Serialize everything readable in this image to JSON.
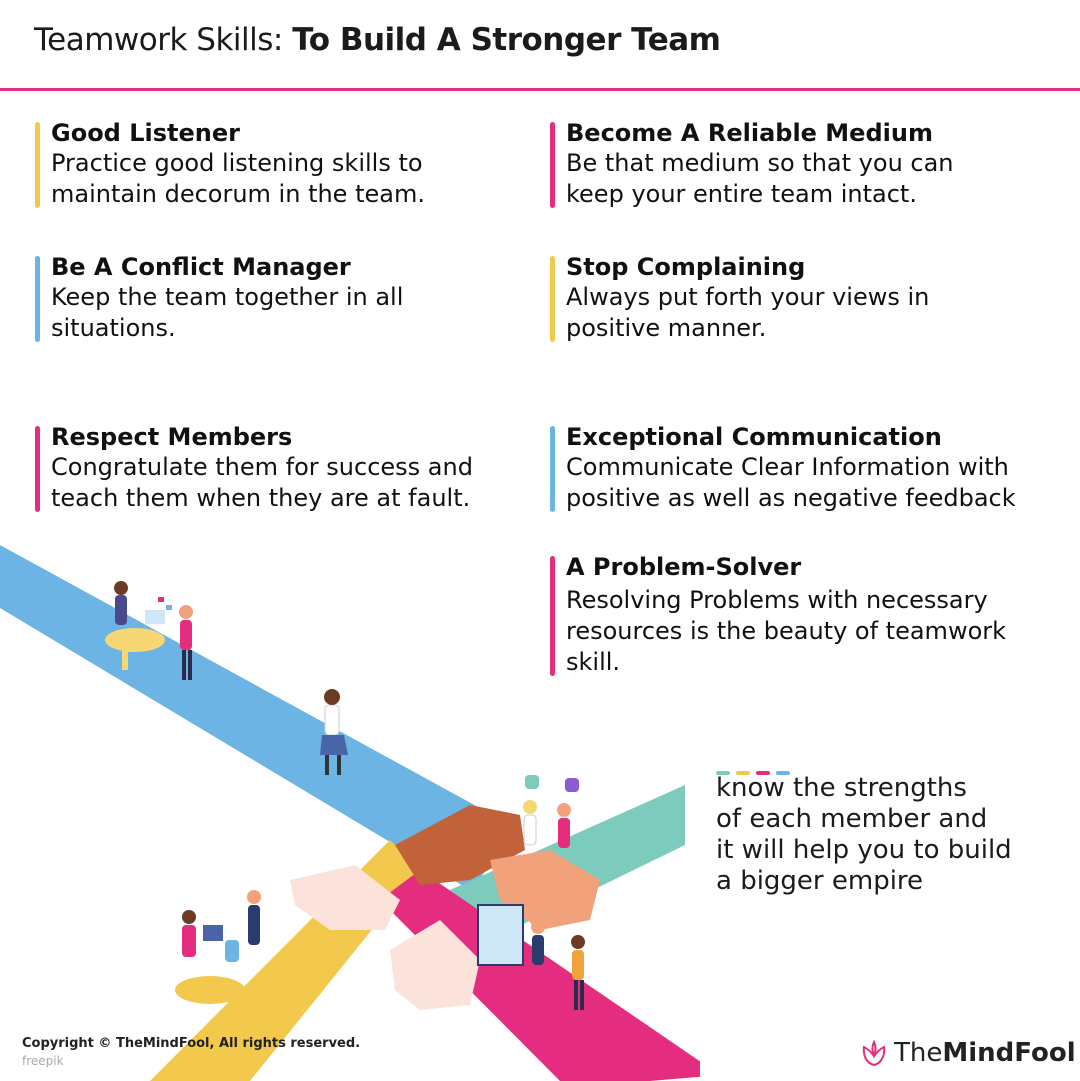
{
  "title": {
    "prefix": "Teamwork Skills:",
    "emphasis": "To Build A Stronger Team"
  },
  "skills": [
    {
      "heading": "Good Listener",
      "description": "Practice good listening skills to maintain decorum in the team.",
      "color": "#f2c94c"
    },
    {
      "heading": "Become A Reliable Medium",
      "description": "Be that medium so that you can keep your entire team intact.",
      "color": "#e42d7f"
    },
    {
      "heading": "Be A Conflict Manager",
      "description": "Keep the team together in all situations.",
      "color": "#6cb4e4"
    },
    {
      "heading": "Stop Complaining",
      "description": "Always put forth your views in positive manner.",
      "color": "#f2c94c"
    },
    {
      "heading": "Respect Members",
      "description": "Congratulate them for success and teach them when they are at fault.",
      "color": "#e42d7f"
    },
    {
      "heading": "Exceptional Communication",
      "description": "Communicate Clear Information with positive as well as negative feedback",
      "color": "#6cb4e4"
    },
    {
      "heading": "A Problem-Solver",
      "description": "Resolving Problems with necessary resources is the beauty of teamwork skill.",
      "color": "#e42d7f"
    }
  ],
  "quote": {
    "lines": [
      "know the strengths",
      "of each member and",
      "it will help you to build",
      "a bigger empire"
    ]
  },
  "footer": {
    "copyright": "Copyright © TheMindFool, All rights reserved.",
    "credit": "freepik"
  },
  "logo": {
    "name_light": "The",
    "name_bold": "MindFool",
    "icon": "lotus-icon"
  },
  "colors": {
    "accent": "#e42d7f",
    "yellow": "#f2c94c",
    "blue": "#6cb4e4",
    "teal": "#7ccbbd"
  }
}
